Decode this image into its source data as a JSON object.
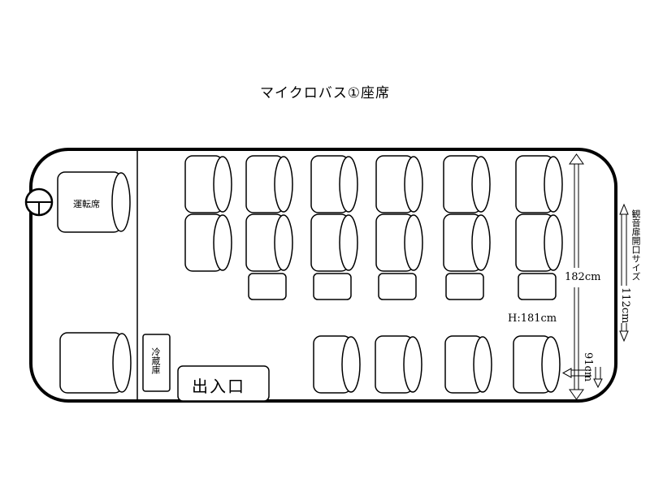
{
  "title": "マイクロバス①座席",
  "labels": {
    "driver_seat": "運転席",
    "fridge": "冷蔵庫",
    "entrance": "出入口",
    "door_size": "観音扉開口サイズ",
    "length": "182cm",
    "width": "112cm",
    "height": "H:181cm",
    "depth": "91cm"
  }
}
